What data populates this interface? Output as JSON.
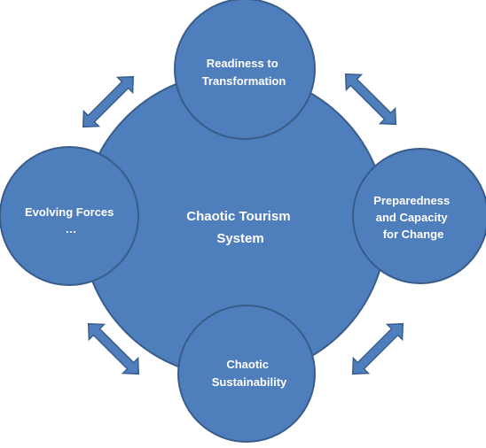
{
  "diagram": {
    "center": {
      "lines": [
        "Chaotic Tourism",
        "System"
      ]
    },
    "nodes": {
      "top": {
        "lines": [
          "Readiness to",
          "Transformation"
        ]
      },
      "right": {
        "lines": [
          "Preparedness",
          "and Capacity",
          "for Change"
        ]
      },
      "bottom": {
        "lines": [
          "Chaotic",
          "Sustainability"
        ]
      },
      "left": {
        "lines": [
          "Evolving Forces",
          "…"
        ]
      }
    },
    "colors": {
      "fill": "#4f7ebd",
      "outline": "#385d8a",
      "text": "#ffffff"
    }
  }
}
